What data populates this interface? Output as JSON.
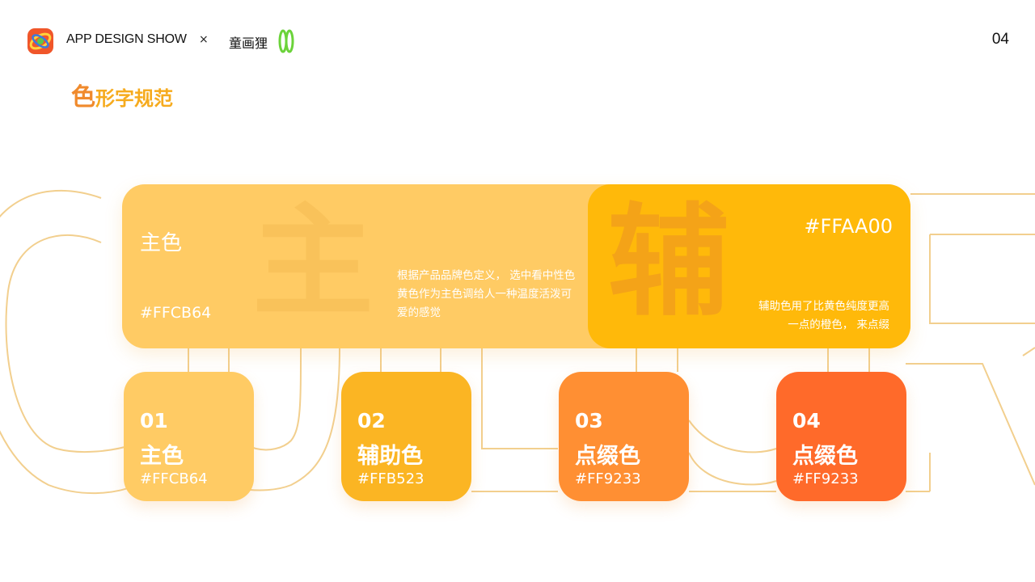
{
  "header": {
    "brand": "APP DESIGN SHOW",
    "times": "×",
    "partner": "童画狸",
    "page_number": "04"
  },
  "section": {
    "title_first": "色",
    "title_rest": "形字规范"
  },
  "background_word": "COLOR",
  "main_card": {
    "title": "主色",
    "hex": "#FFCB64",
    "glyph": "主",
    "description": "根据产品品牌色定义， 选中看中性色黄色作为主色调给人一种温度活泼可爱的感觉"
  },
  "aux_card": {
    "hex": "#FFAA00",
    "glyph": "辅",
    "description_line1": "辅助色用了比黄色纯度更高",
    "description_line2": "一点的橙色， 来点缀"
  },
  "swatches": [
    {
      "num": "01",
      "name": "主色",
      "hex": "#FFCB64",
      "color": "#FFCB64"
    },
    {
      "num": "02",
      "name": "辅助色",
      "hex": "#FFB523",
      "color": "#FBB523"
    },
    {
      "num": "03",
      "name": "点缀色",
      "hex": "#FF9233",
      "color": "#FF8F33"
    },
    {
      "num": "04",
      "name": "点缀色",
      "hex": "#FF9233",
      "color": "#FF6A2A"
    }
  ],
  "colors": {
    "accent_orange": "#F08A2C",
    "title_yellow": "#F6AB1E",
    "outline": "#F2CF8E"
  }
}
